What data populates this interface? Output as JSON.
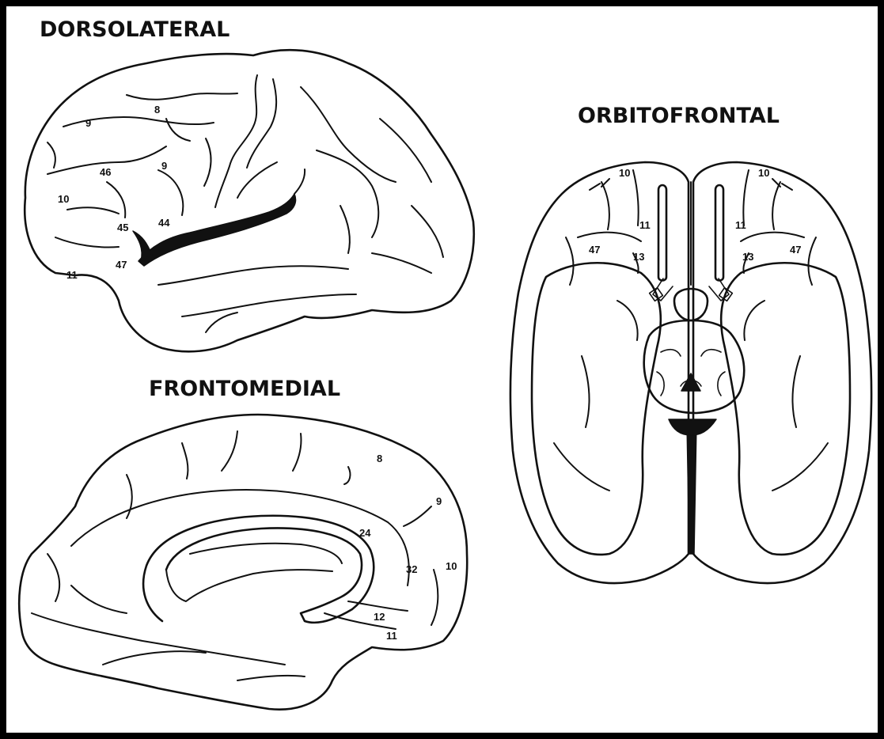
{
  "panels": {
    "dorsolateral": {
      "title": "DORSOLATERAL",
      "areas": [
        "9",
        "8",
        "46",
        "9",
        "10",
        "45",
        "44",
        "47",
        "11"
      ]
    },
    "frontomedial": {
      "title": "FRONTOMEDIAL",
      "areas": [
        "8",
        "9",
        "24",
        "32",
        "10",
        "12",
        "11"
      ]
    },
    "orbitofrontal": {
      "title": "ORBITOFRONTAL",
      "areas": [
        "10",
        "10",
        "11",
        "11",
        "47",
        "13",
        "13",
        "47"
      ]
    }
  }
}
